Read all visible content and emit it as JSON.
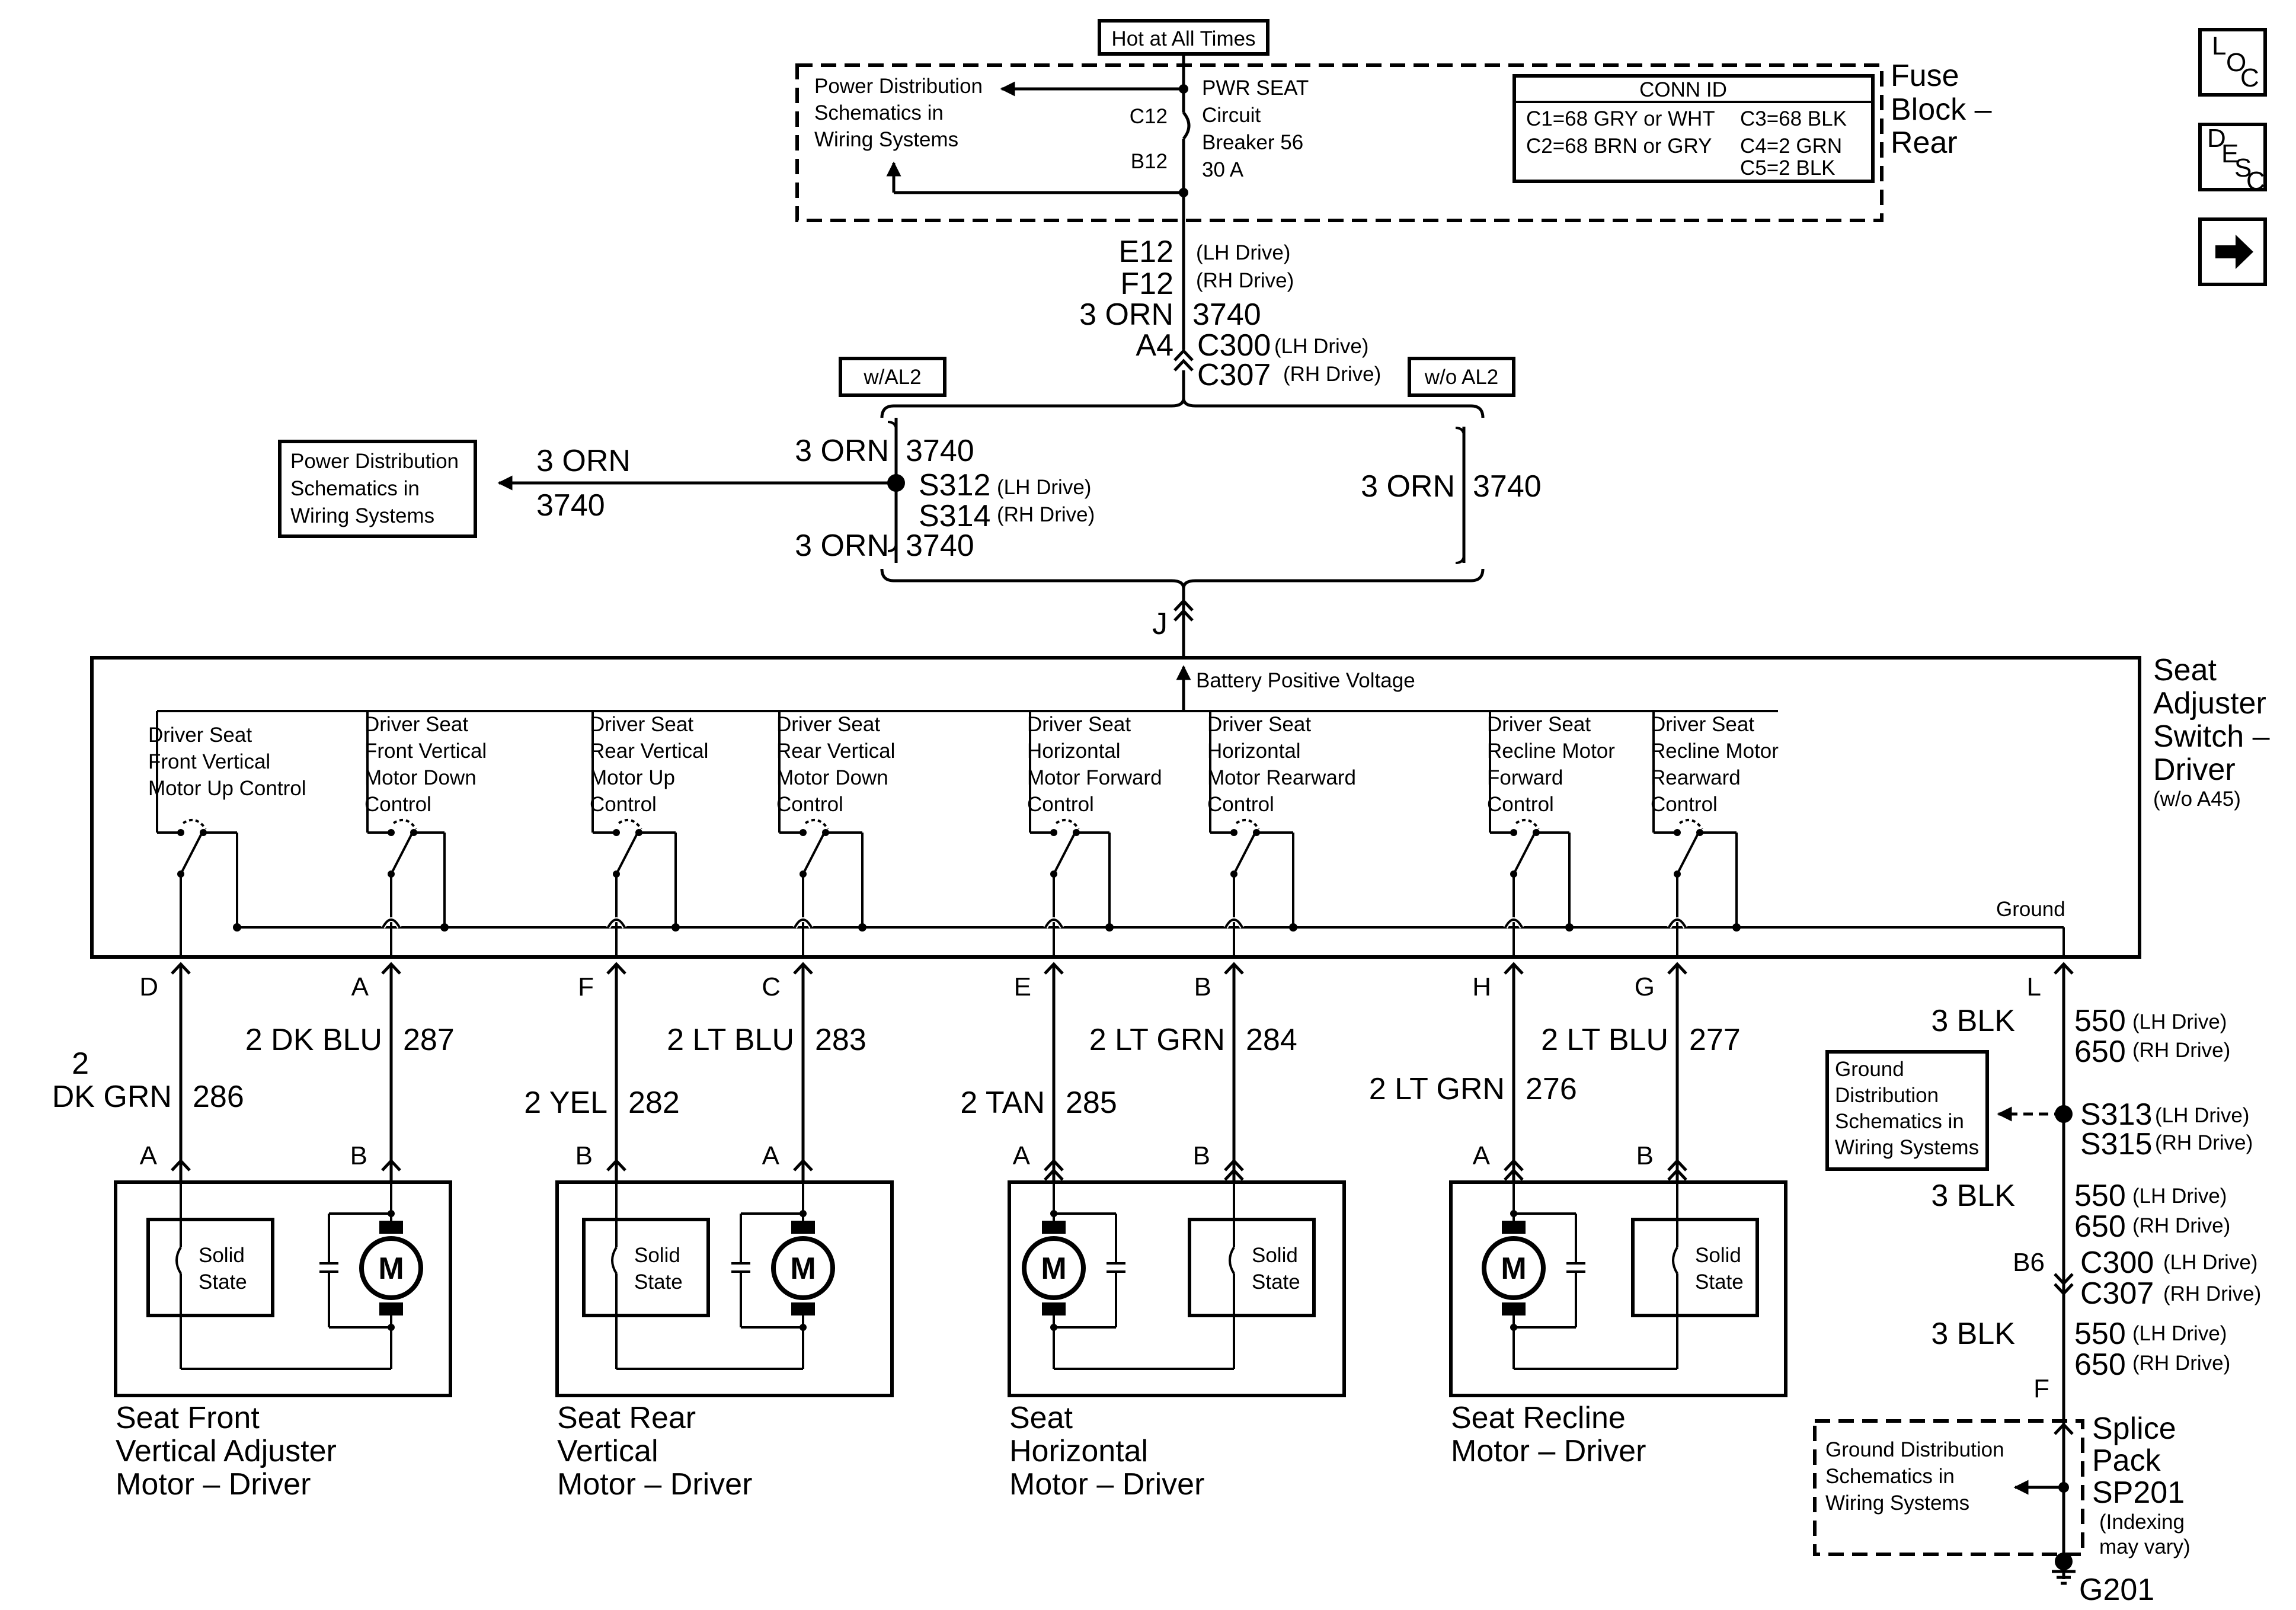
{
  "hot_label": "Hot at All Times",
  "fuse_block": {
    "title_lines": [
      "Fuse",
      "Block –",
      "Rear"
    ],
    "pd_schematics": [
      "Power Distribution",
      "Schematics in",
      "Wiring Systems"
    ],
    "breaker_lines": [
      "PWR SEAT",
      "Circuit",
      "Breaker 56",
      "30 A"
    ],
    "pin_c12": "C12",
    "pin_b12": "B12",
    "conn_id": {
      "title": "CONN ID",
      "col1": [
        "C1=68 GRY or WHT",
        "C2=68 BRN or GRY"
      ],
      "col2": [
        "C3=68 BLK",
        "C4=2 GRN",
        "C5=2 BLK"
      ]
    }
  },
  "feed": {
    "pin_e12": "E12",
    "e12_note": "(LH Drive)",
    "pin_f12": "F12",
    "f12_note": "(RH Drive)",
    "wire_color": "3 ORN",
    "circuit": "3740",
    "pin_a4": "A4",
    "conn_c300": "C300",
    "c300_note": "(LH Drive)",
    "conn_c307": "C307",
    "c307_note": "(RH Drive)"
  },
  "option_with": "w/AL2",
  "option_without": "w/o AL2",
  "pd_left": [
    "Power Distribution",
    "Schematics in",
    "Wiring Systems"
  ],
  "left_wire_color": "3 ORN",
  "left_circuit": "3740",
  "splice": {
    "top_color": "3 ORN",
    "top_circuit": "3740",
    "s312": "S312",
    "s312_note": "(LH Drive)",
    "s314": "S314",
    "s314_note": "(RH Drive)",
    "bottom_color": "3 ORN",
    "bottom_circuit": "3740"
  },
  "right_branch": {
    "color": "3 ORN",
    "circuit": "3740"
  },
  "pin_j": "J",
  "switch_module": {
    "title_lines": [
      "Seat",
      "Adjuster",
      "Switch –",
      "Driver"
    ],
    "note": "(w/o A45)",
    "battery_label": "Battery Positive Voltage",
    "ground_label": "Ground",
    "switches": [
      {
        "lines": [
          "Driver Seat",
          "Front Vertical",
          "Motor Up Control"
        ]
      },
      {
        "lines": [
          "Driver Seat",
          "Front Vertical",
          "Motor Down",
          "Control"
        ]
      },
      {
        "lines": [
          "Driver Seat",
          "Rear Vertical",
          "Motor Up",
          "Control"
        ]
      },
      {
        "lines": [
          "Driver Seat",
          "Rear Vertical",
          "Motor Down",
          "Control"
        ]
      },
      {
        "lines": [
          "Driver Seat",
          "Horizontal",
          "Motor Forward",
          "Control"
        ]
      },
      {
        "lines": [
          "Driver Seat",
          "Horizontal",
          "Motor Rearward",
          "Control"
        ]
      },
      {
        "lines": [
          "Driver Seat",
          "Recline Motor",
          "Forward",
          "Control"
        ]
      },
      {
        "lines": [
          "Driver Seat",
          "Recline Motor",
          "Rearward",
          "Control"
        ]
      }
    ]
  },
  "outputs": [
    {
      "pin": "D",
      "color": "2",
      "color2": "DK GRN",
      "circuit": "286"
    },
    {
      "pin": "A",
      "color": "2 DK BLU",
      "circuit": "287"
    },
    {
      "pin": "F",
      "color": "2 YEL",
      "circuit": "282"
    },
    {
      "pin": "C",
      "color": "2 LT BLU",
      "circuit": "283"
    },
    {
      "pin": "E",
      "color": "2 TAN",
      "circuit": "285"
    },
    {
      "pin": "B",
      "color": "2 LT GRN",
      "circuit": "284"
    },
    {
      "pin": "H",
      "color": "2 LT GRN",
      "circuit": "276"
    },
    {
      "pin": "G",
      "color": "2 LT BLU",
      "circuit": "277"
    },
    {
      "pin": "L"
    }
  ],
  "motors": [
    {
      "pins": [
        "A",
        "B"
      ],
      "solid_state": [
        "Solid",
        "State"
      ],
      "motor_letter": "M",
      "name_lines": [
        "Seat Front",
        "Vertical Adjuster",
        "Motor – Driver"
      ]
    },
    {
      "pins": [
        "B",
        "A"
      ],
      "solid_state": [
        "Solid",
        "State"
      ],
      "motor_letter": "M",
      "name_lines": [
        "Seat Rear",
        "Vertical",
        "Motor – Driver"
      ]
    },
    {
      "pins": [
        "A",
        "B"
      ],
      "solid_state": [
        "Solid",
        "State"
      ],
      "motor_letter": "M",
      "name_lines": [
        "Seat",
        "Horizontal",
        "Motor – Driver"
      ]
    },
    {
      "pins": [
        "A",
        "B"
      ],
      "solid_state": [
        "Solid",
        "State"
      ],
      "motor_letter": "M",
      "name_lines": [
        "Seat Recline",
        "Motor – Driver"
      ]
    }
  ],
  "ground": {
    "row1": {
      "color": "3 BLK",
      "lh_circuit": "550",
      "lh_note": "(LH Drive)",
      "rh_circuit": "650",
      "rh_note": "(RH Drive)"
    },
    "gd_schematics": [
      "Ground",
      "Distribution",
      "Schematics in",
      "Wiring Systems"
    ],
    "s313": "S313",
    "s313_note": "(LH Drive)",
    "s315": "S315",
    "s315_note": "(RH Drive)",
    "row2": {
      "color": "3 BLK",
      "lh_circuit": "550",
      "lh_note": "(LH Drive)",
      "rh_circuit": "650",
      "rh_note": "(RH Drive)"
    },
    "pin_b6": "B6",
    "c300": "C300",
    "c300_note": "(LH Drive)",
    "c307": "C307",
    "c307_note": "(RH Drive)",
    "row3": {
      "color": "3 BLK",
      "lh_circuit": "550",
      "lh_note": "(LH Drive)",
      "rh_circuit": "650",
      "rh_note": "(RH Drive)"
    },
    "pin_f": "F",
    "splice_pack": [
      "Splice",
      "Pack",
      "SP201"
    ],
    "splice_note": [
      "(Indexing",
      "may vary)"
    ],
    "gd2_schematics": [
      "Ground Distribution",
      "Schematics in",
      "Wiring Systems"
    ],
    "g201": "G201"
  },
  "nav": {
    "loc": [
      "L",
      "O",
      "C"
    ],
    "desc": [
      "D",
      "E",
      "S",
      "C"
    ],
    "next_icon": "right-arrow-icon"
  }
}
